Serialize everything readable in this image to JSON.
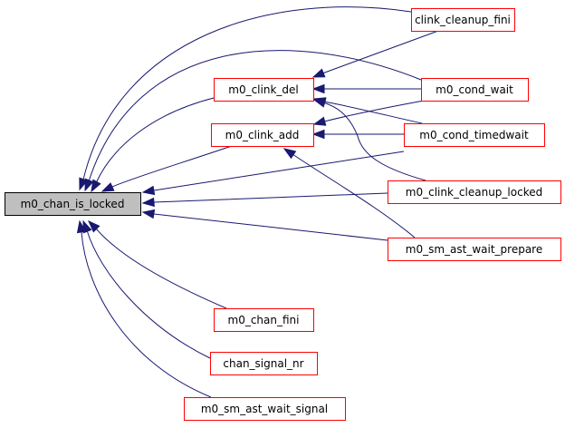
{
  "graph": {
    "type": "caller-graph",
    "edge_color": "#191970",
    "node_border_color": "#ff0000",
    "root_fill_color": "#bfbfbf",
    "nodes": [
      {
        "id": "root",
        "label": "m0_chan_is_locked",
        "root": true
      },
      {
        "id": "clink_del",
        "label": "m0_clink_del"
      },
      {
        "id": "clink_add",
        "label": "m0_clink_add"
      },
      {
        "id": "clink_cleanup_fini",
        "label": "clink_cleanup_fini"
      },
      {
        "id": "cond_wait",
        "label": "m0_cond_wait"
      },
      {
        "id": "cond_timedwait",
        "label": "m0_cond_timedwait"
      },
      {
        "id": "clink_cleanup_locked",
        "label": "m0_clink_cleanup_locked"
      },
      {
        "id": "sm_ast_wait_prepare",
        "label": "m0_sm_ast_wait_prepare"
      },
      {
        "id": "chan_fini",
        "label": "m0_chan_fini"
      },
      {
        "id": "chan_signal_nr",
        "label": "chan_signal_nr"
      },
      {
        "id": "sm_ast_wait_signal",
        "label": "m0_sm_ast_wait_signal"
      }
    ],
    "edges": [
      {
        "from": "clink_cleanup_fini",
        "to": "root"
      },
      {
        "from": "cond_wait",
        "to": "root"
      },
      {
        "from": "clink_del",
        "to": "root"
      },
      {
        "from": "clink_add",
        "to": "root"
      },
      {
        "from": "cond_timedwait",
        "to": "root"
      },
      {
        "from": "clink_cleanup_locked",
        "to": "root"
      },
      {
        "from": "sm_ast_wait_prepare",
        "to": "root"
      },
      {
        "from": "chan_fini",
        "to": "root"
      },
      {
        "from": "chan_signal_nr",
        "to": "root"
      },
      {
        "from": "sm_ast_wait_signal",
        "to": "root"
      },
      {
        "from": "clink_cleanup_fini",
        "to": "clink_del"
      },
      {
        "from": "cond_wait",
        "to": "clink_del"
      },
      {
        "from": "cond_timedwait",
        "to": "clink_del"
      },
      {
        "from": "clink_cleanup_locked",
        "to": "clink_del"
      },
      {
        "from": "cond_wait",
        "to": "clink_add"
      },
      {
        "from": "cond_timedwait",
        "to": "clink_add"
      },
      {
        "from": "sm_ast_wait_prepare",
        "to": "clink_add"
      }
    ]
  }
}
